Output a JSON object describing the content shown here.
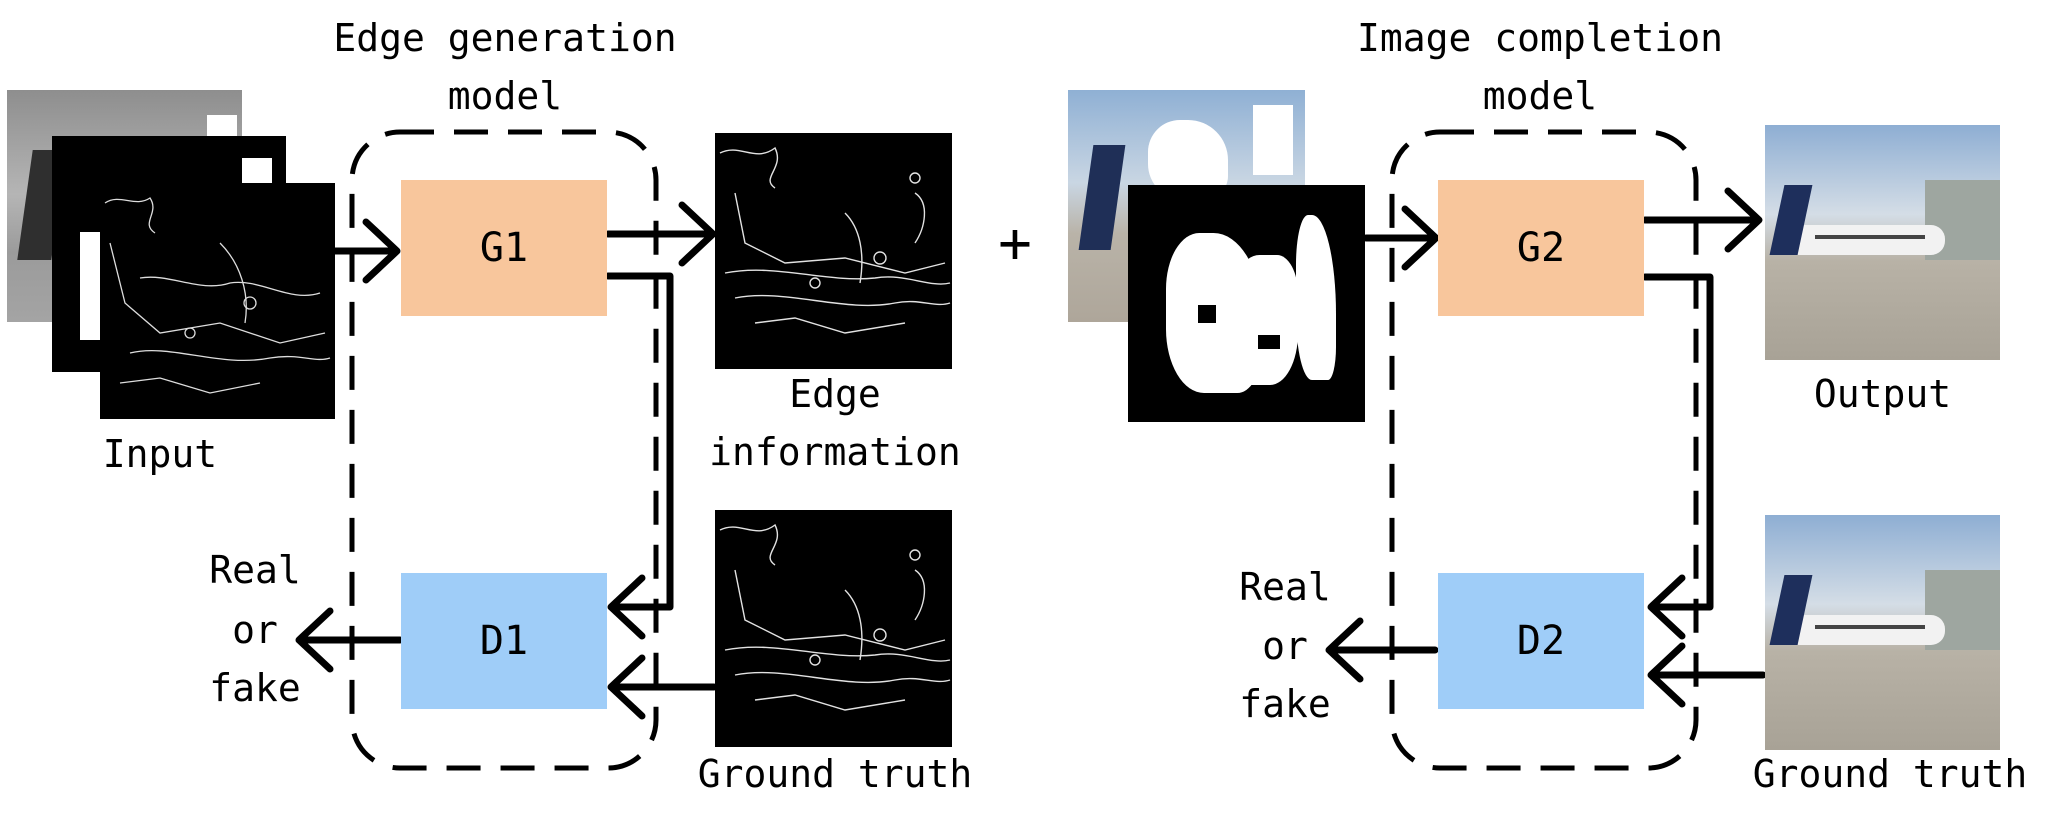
{
  "edge_model": {
    "title_line1": "Edge generation",
    "title_line2": "model",
    "generator": "G1",
    "discriminator": "D1",
    "input_label": "Input",
    "edge_info_line1": "Edge",
    "edge_info_line2": "information",
    "ground_truth_label": "Ground truth",
    "real_fake_line1": "Real",
    "real_fake_line2": "or",
    "real_fake_line3": "fake"
  },
  "plus_sign": "+",
  "completion_model": {
    "title_line1": "Image completion",
    "title_line2": "model",
    "generator": "G2",
    "discriminator": "D2",
    "output_label": "Output",
    "ground_truth_label": "Ground truth",
    "real_fake_line1": "Real",
    "real_fake_line2": "or",
    "real_fake_line3": "fake"
  },
  "colors": {
    "generator_fill": "#f8c69c",
    "discriminator_fill": "#9fcdf8",
    "image_black": "#000000",
    "sky": "#a9c3dc",
    "ground": "#b8b2a6"
  }
}
